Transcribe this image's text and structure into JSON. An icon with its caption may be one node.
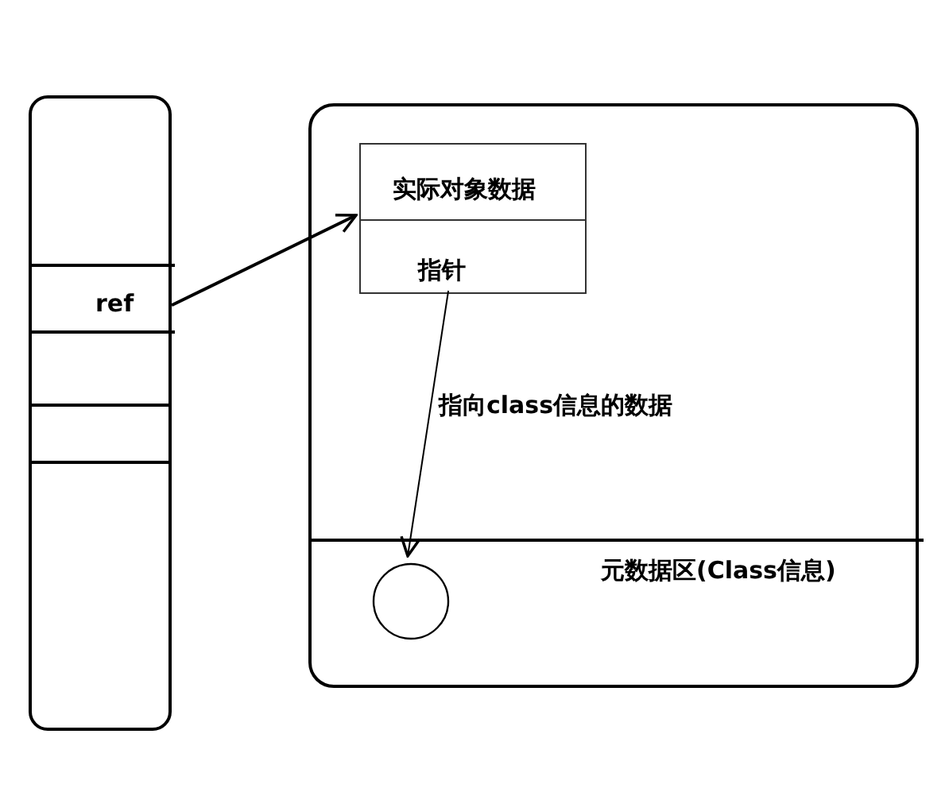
{
  "diagram": {
    "nodes": [
      {
        "text": [],
        "shape": "box"
      },
      {
        "text": [
          "ref"
        ],
        "in": 0
      },
      {
        "text": [],
        "shape": "box"
      },
      {
        "text": [
          "实际对象数据",
          "指针"
        ],
        "in": 2
      },
      {
        "text": [
          "元数据区(Class信息)"
        ],
        "in": 2
      },
      {
        "text": [],
        "shape": "circle",
        "in": 4
      }
    ],
    "edges": [
      {
        "from": 1,
        "to": 3,
        "arrow": "to"
      },
      {
        "from": 3,
        "to": 5,
        "arrow": "to",
        "label": "指向class信息的数据"
      }
    ]
  }
}
